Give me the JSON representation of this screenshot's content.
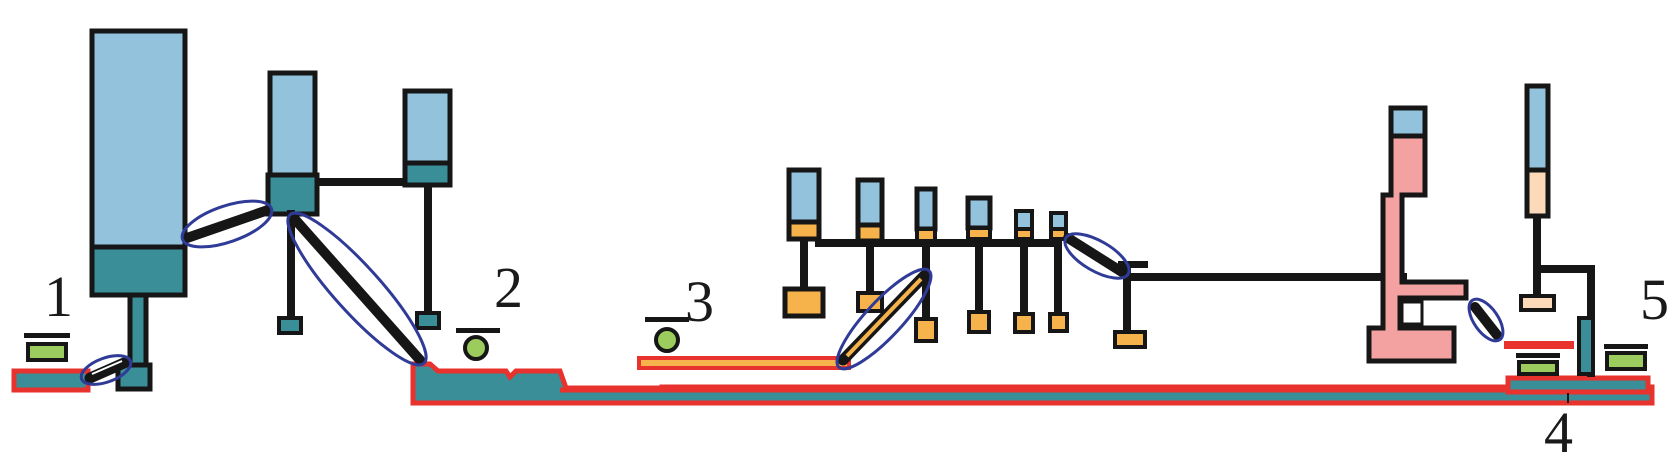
{
  "colors": {
    "outline": "#161616",
    "light_blue": "#93c3dc",
    "teal": "#3a8e98",
    "orange": "#f6b34b",
    "pink": "#f3a2a1",
    "cream": "#fcd9b8",
    "green": "#9bcc5d",
    "red": "#e8322e",
    "ellipse": "#2f3b97",
    "white": "#ffffff"
  },
  "labels": [
    {
      "id": "1",
      "text": "1"
    },
    {
      "id": "2",
      "text": "2"
    },
    {
      "id": "3",
      "text": "3"
    },
    {
      "id": "4",
      "text": "4"
    },
    {
      "id": "5",
      "text": "5"
    }
  ]
}
